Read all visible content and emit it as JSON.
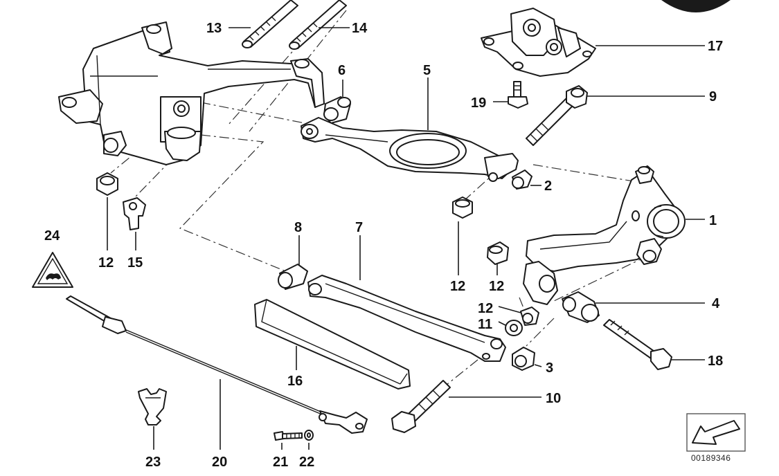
{
  "diagram": {
    "catalog_number": "00189346",
    "callouts": [
      {
        "id": "1",
        "label": "1"
      },
      {
        "id": "2",
        "label": "2"
      },
      {
        "id": "3",
        "label": "3"
      },
      {
        "id": "4",
        "label": "4"
      },
      {
        "id": "5",
        "label": "5"
      },
      {
        "id": "6",
        "label": "6"
      },
      {
        "id": "7",
        "label": "7"
      },
      {
        "id": "8",
        "label": "8"
      },
      {
        "id": "9",
        "label": "9"
      },
      {
        "id": "10",
        "label": "10"
      },
      {
        "id": "11",
        "label": "11"
      },
      {
        "id": "12a",
        "label": "12"
      },
      {
        "id": "12b",
        "label": "12"
      },
      {
        "id": "12c",
        "label": "12"
      },
      {
        "id": "12d",
        "label": "12"
      },
      {
        "id": "13",
        "label": "13"
      },
      {
        "id": "14",
        "label": "14"
      },
      {
        "id": "15",
        "label": "15"
      },
      {
        "id": "16",
        "label": "16"
      },
      {
        "id": "17",
        "label": "17"
      },
      {
        "id": "18",
        "label": "18"
      },
      {
        "id": "19",
        "label": "19"
      },
      {
        "id": "20",
        "label": "20"
      },
      {
        "id": "21",
        "label": "21"
      },
      {
        "id": "22",
        "label": "22"
      },
      {
        "id": "23",
        "label": "23"
      },
      {
        "id": "24",
        "label": "24"
      }
    ]
  }
}
